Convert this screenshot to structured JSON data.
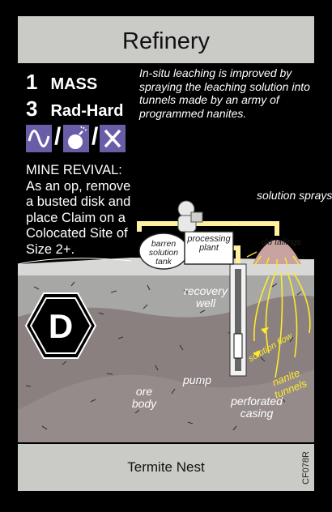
{
  "card": {
    "title": "Refinery",
    "stats": [
      {
        "value": "1",
        "label": "MASS"
      },
      {
        "value": "3",
        "label": "Rad-Hard"
      }
    ],
    "type_icons": [
      "wave-icon",
      "bomb-icon",
      "x-icon"
    ],
    "colors": {
      "icon_bg": "#6a5da8",
      "bar_bg": "#cacac6",
      "nanite": "#ffea2a"
    },
    "ability": {
      "heading": "MINE REVIVAL:",
      "text": "As an op, remove a busted disk and place Claim on a Colocated Site of Size 2+."
    },
    "flavor": "In-situ leaching is improved by spraying the leaching solution into tunnels made by an army of programmed nanites.",
    "grade": "D",
    "illustration_labels": {
      "solution_sprays": "solution sprays",
      "barren_tank": "barren solution tank",
      "processing_plant": "processing plant",
      "old_tailings": "old tailings",
      "recovery_well": "recovery well",
      "solution_flow": "solution flow",
      "nanite_tunnels": "nanite tunnels",
      "pump": "pump",
      "ore_body": "ore body",
      "perforated_casing": "perforated casing"
    },
    "footer": "Termite Nest",
    "card_id": "CF078R"
  }
}
